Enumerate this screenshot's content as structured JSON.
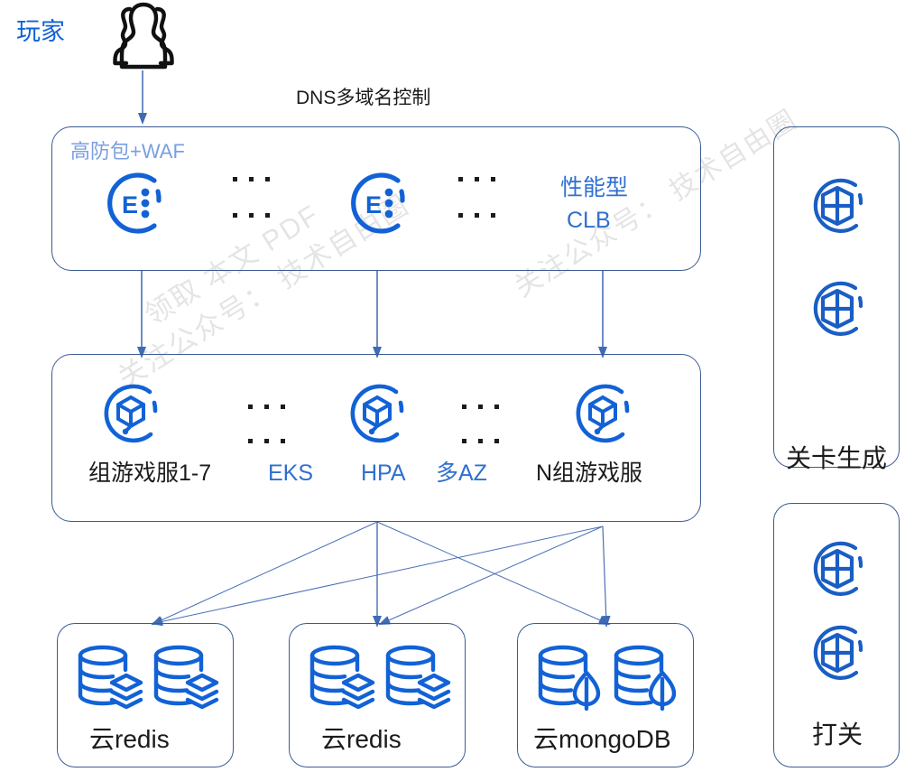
{
  "diagram": {
    "title_note": "DNS多域名控制",
    "player_label": "玩家",
    "player_icon": "users-group-icon",
    "colors": {
      "accent_blue": "#1262d6",
      "label_blue": "#2f6fd0",
      "soft_blue": "#7a9fe0",
      "border_blue": "#3b5b92",
      "arrow_blue": "#4a6fb5",
      "text_black": "#1b1b1b"
    },
    "watermark": {
      "line1": "领取 本文 PDF",
      "line2": "关注公众号： 技术自由圈"
    },
    "clb_box": {
      "title": "高防包+WAF",
      "icon_name": "clb-e-icon",
      "side_label_line1": "性能型",
      "side_label_line2": "CLB",
      "ellipsis": "· · ·",
      "nodes": [
        {
          "icon": "clb-e-icon"
        },
        {
          "icon": "clb-e-icon"
        }
      ]
    },
    "eks_box": {
      "icon_name": "eks-cube-icon",
      "labels": [
        {
          "text": "组游戏服1-7",
          "color": "black"
        },
        {
          "text": "EKS",
          "color": "blue"
        },
        {
          "text": "HPA",
          "color": "blue"
        },
        {
          "text": "多AZ",
          "color": "blue"
        },
        {
          "text": "N组游戏服",
          "color": "black"
        }
      ],
      "nodes": [
        {
          "icon": "eks-cube-icon"
        },
        {
          "icon": "eks-cube-icon"
        },
        {
          "icon": "eks-cube-icon"
        }
      ],
      "ellipsis": "· · ·"
    },
    "datastores": [
      {
        "label": "云redis",
        "icon": "redis-db-icon",
        "count": 2
      },
      {
        "label": "云redis",
        "icon": "redis-db-icon",
        "count": 2
      },
      {
        "label": "云mongoDB",
        "icon": "mongodb-db-icon",
        "count": 2
      }
    ],
    "side_panels": [
      {
        "label": "关卡生成",
        "icon": "hexagon-shield-icon",
        "count": 2
      },
      {
        "label": "打关",
        "icon": "hexagon-shield-icon",
        "count": 2
      }
    ]
  }
}
